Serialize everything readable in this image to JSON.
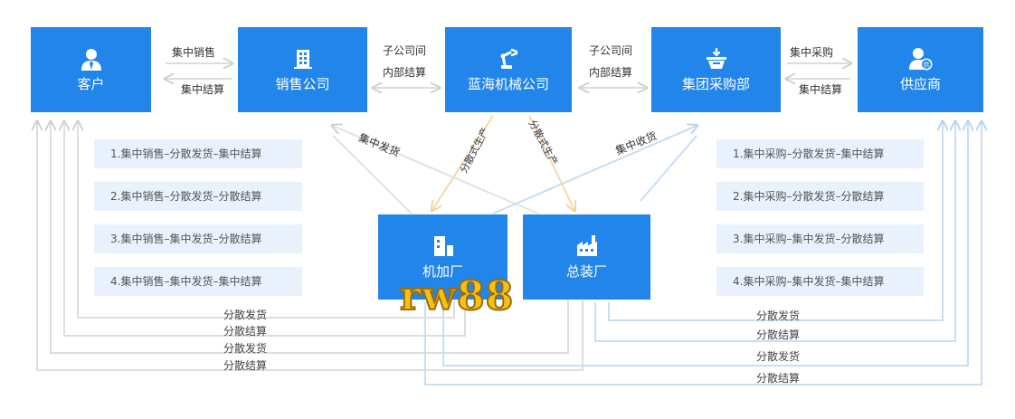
{
  "nodes": {
    "customer": "客户",
    "sales_company": "销售公司",
    "machinery_company": "蓝海机械公司",
    "group_purchasing": "集团采购部",
    "supplier": "供应商",
    "machining_plant": "机加厂",
    "assembly_plant": "总装厂"
  },
  "supplier_badge": "供",
  "top_labels": {
    "sales_1": "集中销售",
    "sales_2": "集中结算",
    "sub_1a": "子公司间",
    "sub_1b": "内部结算",
    "sub_2a": "子公司间",
    "sub_2b": "内部结算",
    "purchase_1": "集中采购",
    "purchase_2": "集中结算"
  },
  "diag_labels": {
    "central_delivery": "集中发货",
    "dispersed_production_1": "分散式生产",
    "dispersed_production_2": "分散式生产",
    "central_receiving": "集中收货"
  },
  "sales_plans": [
    "1.集中销售–分散发货–集中结算",
    "2.集中销售–分散发货–分散结算",
    "3.集中销售–集中发货–分散结算",
    "4.集中销售–集中发货–集中结算"
  ],
  "purchase_plans": [
    "1.集中采购–分散发货–集中结算",
    "2.集中采购–分散发货–分散结算",
    "3.集中采购–集中发货–分散结算",
    "4.集中采购–集中发货–集中结算"
  ],
  "bottom_left": [
    "分散发货",
    "分散结算",
    "分散发货",
    "分散结算"
  ],
  "bottom_right": [
    "分散发货",
    "分散结算",
    "分散发货",
    "分散结算"
  ],
  "watermark": "rw88",
  "colors": {
    "node_blue": "#2185ea",
    "plan_bg": "#e8f1fc",
    "gray_line": "#dcdcdc",
    "blue_line": "#bcd9f5",
    "orange_line": "#f8d8a8"
  }
}
